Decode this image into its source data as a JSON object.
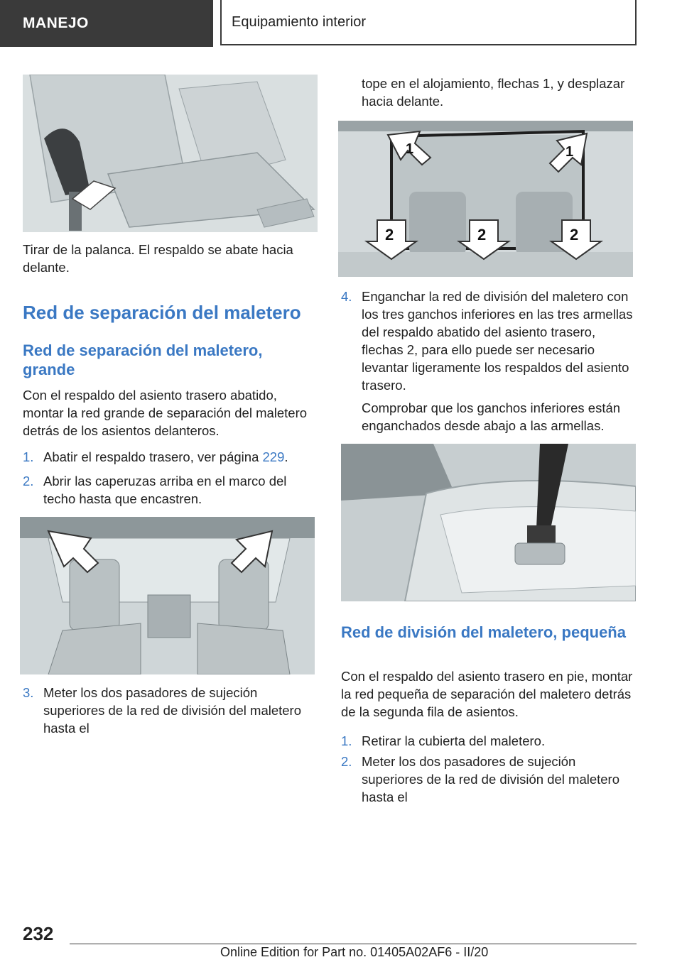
{
  "header": {
    "section": "MANEJO",
    "chapter": "Equipamiento interior"
  },
  "left": {
    "caption1": "Tirar de la palanca. El respaldo se abate hacia delante.",
    "heading": "Red de separación del maletero",
    "subheading": "Red de separación del maletero, grande",
    "intro": "Con el respaldo del asiento trasero abatido, montar la red grande de separación del maletero detrás de los asientos delanteros.",
    "step1_num": "1.",
    "step1_text": "Abatir el respaldo trasero, ver página ",
    "step1_link": "229",
    "step1_end": ".",
    "step2_num": "2.",
    "step2_text": "Abrir las caperuzas arriba en el marco del techo hasta que encastren.",
    "step3_num": "3.",
    "step3_text": "Meter los dos pasadores de sujeción superiores de la red de división del maletero hasta el"
  },
  "right": {
    "cont_text": "tope en el alojamiento, flechas 1, y desplazar hacia delante.",
    "fig_labels": [
      "1",
      "1",
      "2",
      "2",
      "2"
    ],
    "step4_num": "4.",
    "step4_text": "Enganchar la red de división del maletero con los tres ganchos inferiores en las tres armellas del respaldo abatido del asiento trasero, flechas 2, para ello puede ser necesario levantar ligeramente los respaldos del asiento trasero.",
    "step4_note": "Comprobar que los ganchos inferiores están enganchados desde abajo a las armellas.",
    "subheading": "Red de división del maletero, pequeña",
    "intro": "Con el respaldo del asiento trasero en pie, montar la red pequeña de separación del maletero detrás de la segunda fila de asientos.",
    "step1_num": "1.",
    "step1_text": "Retirar la cubierta del maletero.",
    "step2_num": "2.",
    "step2_text": "Meter los dos pasadores de sujeción superiores de la red de división del maletero hasta el"
  },
  "footer": {
    "page_number": "232",
    "edition": "Online Edition for Part no. 01405A02AF6 - II/20"
  }
}
